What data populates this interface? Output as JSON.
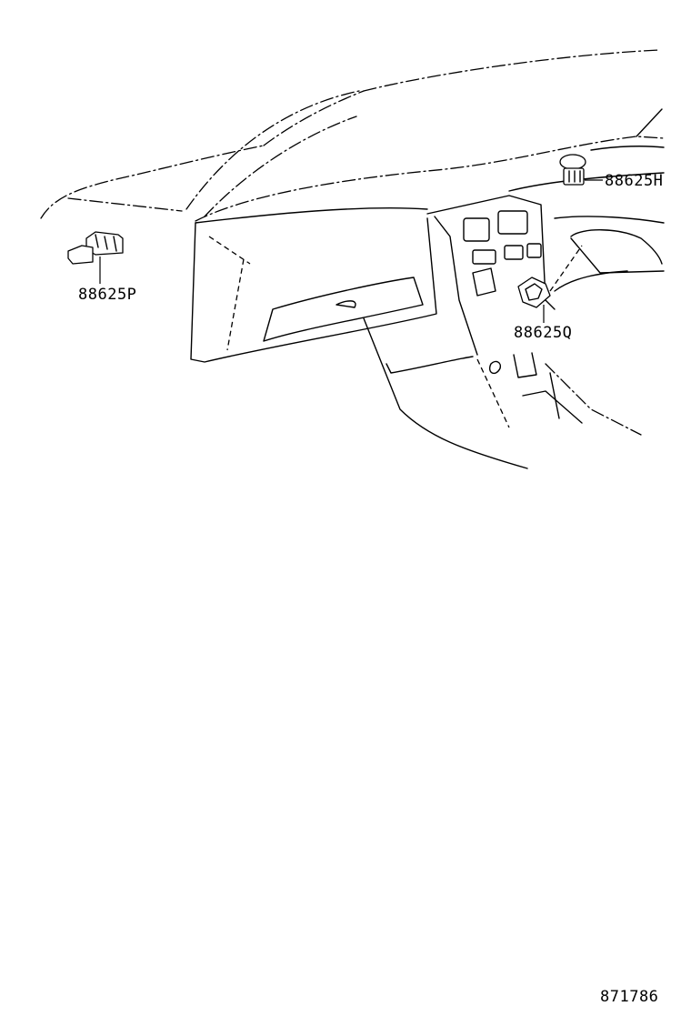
{
  "diagram": {
    "parts": [
      {
        "id": "88625H",
        "label": "88625H"
      },
      {
        "id": "88625P",
        "label": "88625P"
      },
      {
        "id": "88625Q",
        "label": "88625Q"
      }
    ],
    "illustration_number": "871786"
  }
}
